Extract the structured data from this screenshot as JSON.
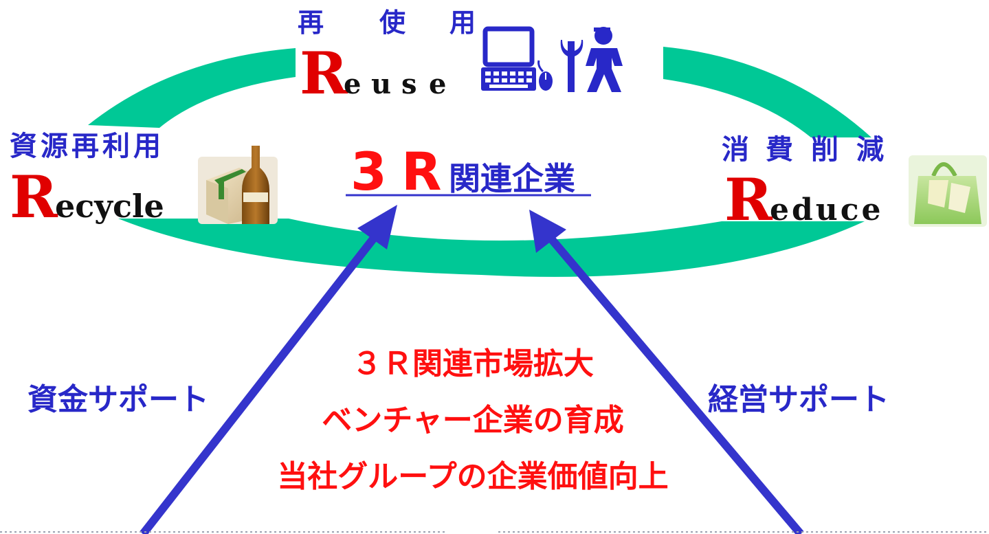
{
  "colors": {
    "ring": "#00c896",
    "arrow": "#3434cc",
    "blue_text": "#2828c8",
    "red_text": "#ff1010",
    "dashed_line": "#9aa0b0"
  },
  "reuse": {
    "kanji": [
      "再",
      "使",
      "用"
    ],
    "initial": "R",
    "rest": [
      "e",
      "u",
      "s",
      "e"
    ],
    "icons": [
      "computer-icon",
      "worker-with-tools-icon"
    ]
  },
  "recycle": {
    "kanji": "資源再利用",
    "initial": "R",
    "rest": "ecycle",
    "icon": "box-and-bottle-icon"
  },
  "reduce": {
    "kanji": [
      "消",
      "費",
      "削",
      "減"
    ],
    "initial": "R",
    "rest": "educe",
    "icon": "shopping-bag-icon"
  },
  "center": {
    "three": "3",
    "r": "R",
    "label": "関連企業"
  },
  "support": {
    "left": "資金サポート",
    "right": "経営サポート"
  },
  "outcomes": {
    "line1": "３Ｒ関連市場拡大",
    "line2": "ベンチャー企業の育成",
    "line3": "当社グループの企業価値向上"
  }
}
